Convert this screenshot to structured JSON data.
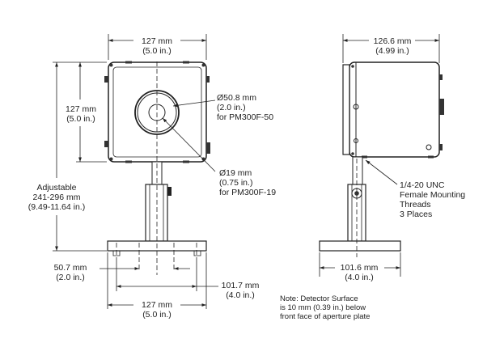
{
  "front_view": {
    "width_dim": {
      "line1": "127 mm",
      "line2": "(5.0 in.)"
    },
    "height_dim": {
      "line1": "127 mm",
      "line2": "(5.0 in.)"
    },
    "adjustable_dim": {
      "line1": "Adjustable",
      "line2": "241-296 mm",
      "line3": "(9.49-11.64 in.)"
    },
    "aperture_large": {
      "line1": "Ø50.8 mm",
      "line2": "(2.0 in.)",
      "line3": "for PM300F-50"
    },
    "aperture_small": {
      "line1": "Ø19 mm",
      "line2": "(0.75 in.)",
      "line3": "for PM300F-19"
    },
    "base_slot_dim": {
      "line1": "50.7 mm",
      "line2": "(2.0 in.)"
    },
    "base_span_dim": {
      "line1": "101.7 mm",
      "line2": "(4.0 in.)"
    },
    "base_width_dim": {
      "line1": "127 mm",
      "line2": "(5.0 in.)"
    }
  },
  "side_view": {
    "depth_dim": {
      "line1": "126.6 mm",
      "line2": "(4.99 in.)"
    },
    "threads": {
      "line1": "1/4-20 UNC",
      "line2": "Female Mounting",
      "line3": "Threads",
      "line4": "3 Places"
    },
    "base_depth_dim": {
      "line1": "101.6 mm",
      "line2": "(4.0 in.)"
    }
  },
  "note": {
    "line1": "Note: Detector Surface",
    "line2": "is 10 mm (0.39 in.) below",
    "line3": "front face of aperture plate"
  }
}
